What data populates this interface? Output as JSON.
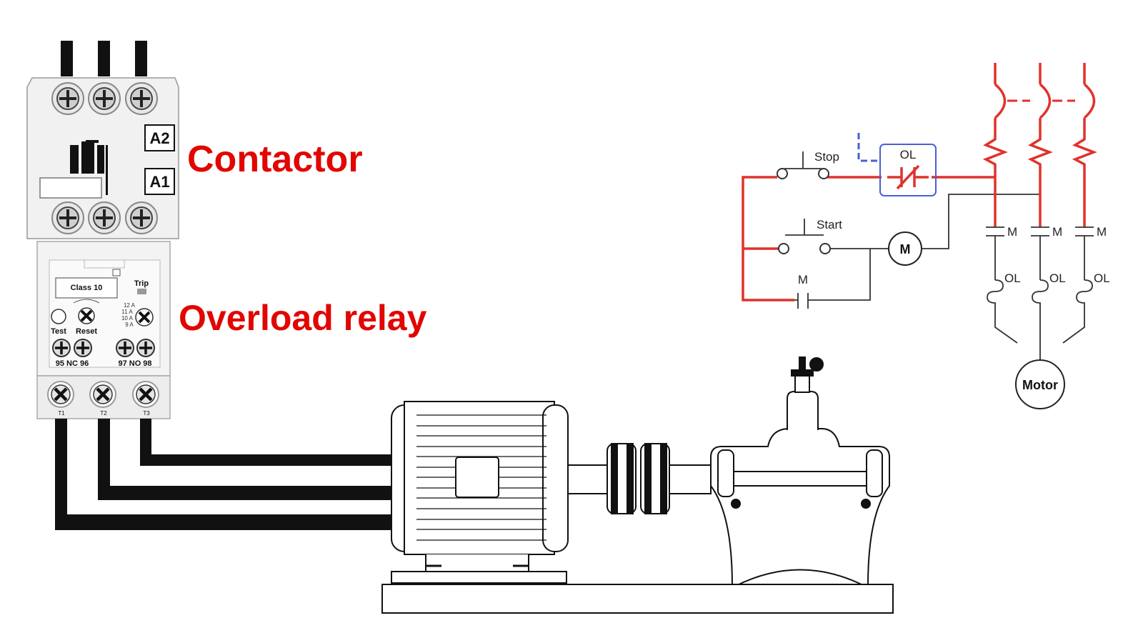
{
  "labels": {
    "contactor": "Contactor",
    "overload_relay": "Overload relay"
  },
  "contactor": {
    "coil_terminal_top": "A2",
    "coil_terminal_bottom": "A1"
  },
  "overload": {
    "class": "Class 10",
    "trip": "Trip",
    "amp_scale": [
      "12 A",
      "11 A",
      "10 A",
      "9 A"
    ],
    "test": "Test",
    "reset": "Reset",
    "nc_contacts": "95 NC 96",
    "no_contacts": "97 NO 98",
    "terminals": [
      "T1",
      "T2",
      "T3"
    ]
  },
  "schematic": {
    "stop": "Stop",
    "start": "Start",
    "ol_box": "OL",
    "coil": "M",
    "holding_contact": "M",
    "main_contacts": [
      "M",
      "M",
      "M"
    ],
    "overloads": [
      "OL",
      "OL",
      "OL"
    ],
    "motor": "Motor"
  },
  "colors": {
    "control_circuit": "#e0322b",
    "label_red": "#e10600",
    "ol_highlight": "#4a5fd6"
  }
}
